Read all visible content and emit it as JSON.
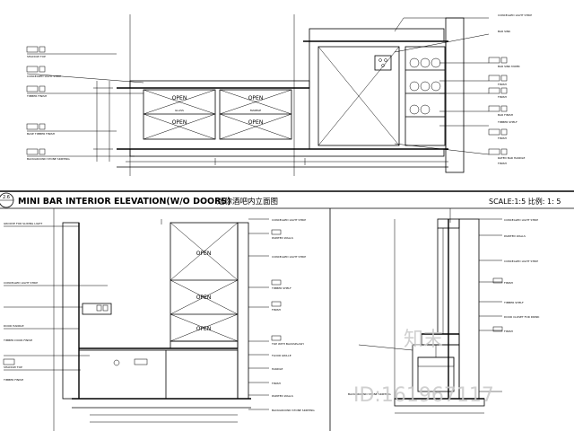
{
  "title": {
    "circle_tag": "2.6",
    "text": "MINI BAR INTERIOR ELEVATION(W/O DOORS)",
    "text_cn": "迷你酒吧内立面图",
    "scale": "SCALE:1:5  比例: 1: 5"
  },
  "panel_labels": {
    "open": "OPEN",
    "glass": "GLASS",
    "marble": "MARBLE"
  },
  "callouts_top_right": [
    "CONCEALED LIGHT STRIP",
    "BAR SINK",
    "BAR SINK MIXER",
    "FINISH",
    "FINISH",
    "BAR FINISH",
    "TIMBER SHELF",
    "FINISH",
    "RATED BAR HANDLE",
    "FINISH"
  ],
  "callouts_top_left": [
    "SHADOW TOP",
    "CONCEALED LIGHT STRIP",
    "TIMBER FINISH",
    "BASE TIMBER FINISH",
    "BACKGROUND STONE SKIRTING"
  ],
  "callouts_bottom_left": [
    "GROOVE FOR SLIDING LIGHT",
    "CONCEALED LIGHT STRIP",
    "DOOR HANDLE",
    "TIMBER DOOR FINISH",
    "SHADOW TOP",
    "TIMBER FINISH"
  ],
  "callouts_bottom_mid": [
    "CONCEALED LIGHT STRIP",
    "PAINTED WALLS",
    "CONCEALED LIGHT STRIP",
    "TIMBER SHELF",
    "FINISH",
    "TOP WITH BACKSPLASH",
    "FLOOR GRILLE",
    "HANDLE",
    "FINISH",
    "PAINTED WALLS",
    "BACKGROUND STONE SKIRTING"
  ],
  "callouts_bottom_right": [
    "CONCEALED LIGHT STRIP",
    "PAINTED WALLS",
    "CONCEALED LIGHT STRIP",
    "FINISH",
    "TIMBER SHELF",
    "DOOR CLOSET FOR DRINK",
    "FINISH",
    "BACKGROUND STONE SKIRTING"
  ],
  "watermark": {
    "cn": "知末",
    "id": "ID:161967117"
  }
}
